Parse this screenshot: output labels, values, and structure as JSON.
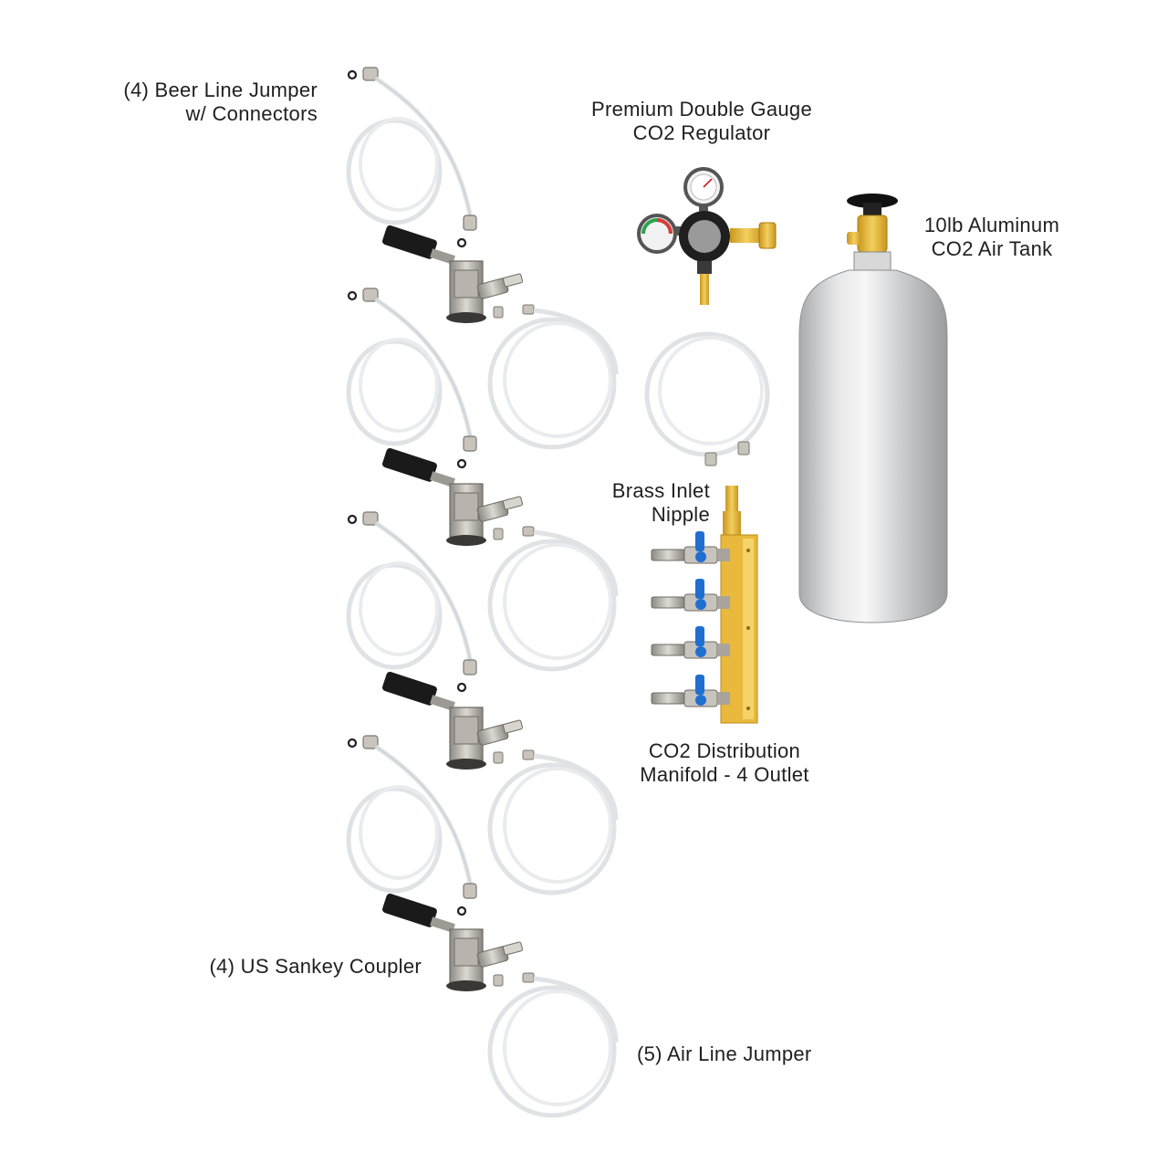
{
  "labels": {
    "beer_line": [
      "(4) Beer Line Jumper",
      "w/ Connectors"
    ],
    "regulator": [
      "Premium Double Gauge",
      "CO2 Regulator"
    ],
    "tank": [
      "10lb Aluminum",
      "CO2 Air Tank"
    ],
    "inlet": [
      "Brass Inlet",
      "Nipple"
    ],
    "manifold": [
      "CO2 Distribution",
      "Manifold - 4 Outlet"
    ],
    "coupler": [
      "(4)  US Sankey Coupler"
    ],
    "air_line": [
      "(5) Air Line Jumper"
    ]
  },
  "colors": {
    "tubing": "#dfe3e6",
    "brass": "#e0b43a",
    "manifold": "#e8b93c",
    "steel": "#b9b9b9",
    "handle": "#1a1a1a",
    "valve_blue": "#1f6fd1",
    "tank": "#c7c9cb",
    "text": "#1f1f1f"
  },
  "icons": [
    "beer-line-coil",
    "sankey-coupler",
    "air-line-coil",
    "regulator-gauge",
    "co2-tank",
    "distribution-manifold",
    "shutoff-valve"
  ]
}
